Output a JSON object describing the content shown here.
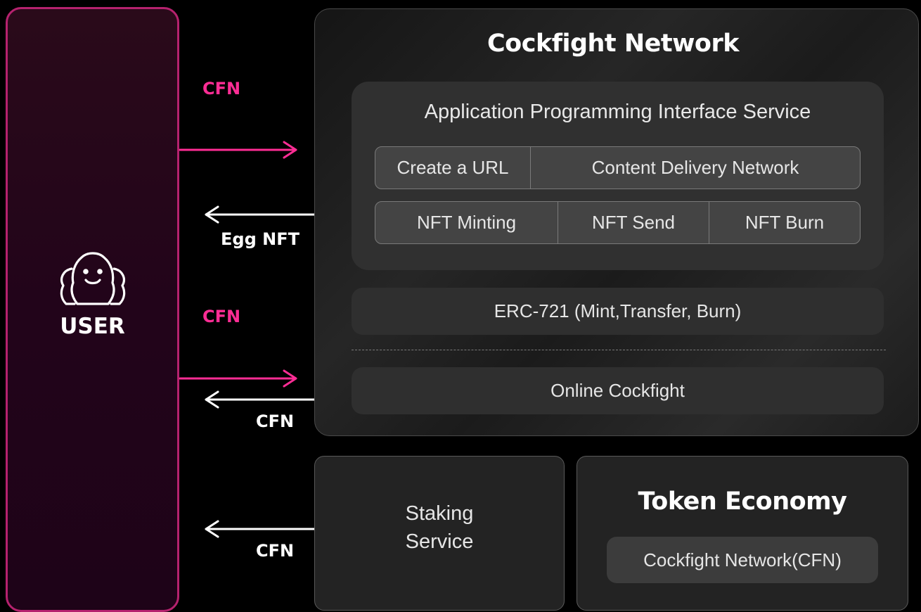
{
  "user": {
    "label": "USER"
  },
  "arrows": {
    "cfn_in_1": "CFN",
    "egg_out": "Egg NFT",
    "cfn_in_2": "CFN",
    "cfn_out_1": "CFN",
    "cfn_out_2": "CFN"
  },
  "network": {
    "title": "Cockfight Network",
    "api_title": "Application Programming Interface Service",
    "api_row1": [
      "Create a URL",
      "Content Delivery Network"
    ],
    "api_row2": [
      "NFT Minting",
      "NFT Send",
      "NFT Burn"
    ],
    "erc": "ERC-721 (Mint,Transfer, Burn)",
    "online": "Online Cockfight"
  },
  "staking": {
    "line1": "Staking",
    "line2": "Service"
  },
  "token": {
    "title": "Token Economy",
    "chip": "Cockfight Network(CFN)"
  },
  "colors": {
    "accent_pink": "#ff2d95",
    "user_border": "#b5226e"
  },
  "icons": {
    "user": "user-group-icon"
  }
}
